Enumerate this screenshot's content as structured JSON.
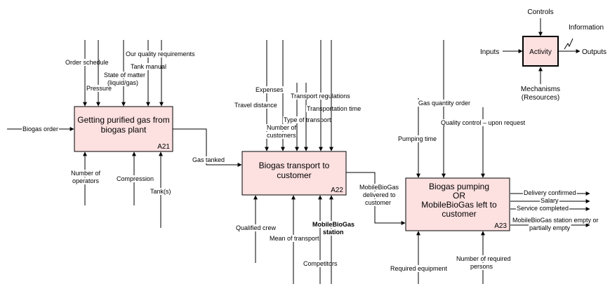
{
  "legend": {
    "controls": "Controls",
    "information": "Information",
    "inputs": "Inputs",
    "activity": "Activity",
    "outputs": "Outputs",
    "mechanisms_1": "Mechanisms",
    "mechanisms_2": "(Resources)"
  },
  "a21": {
    "title_1": "Getting purified gas from",
    "title_2": "biogas plant",
    "id": "A21",
    "input": "Biogas order",
    "controls": {
      "order_schedule": "Order schedule",
      "pressure": "Pressure",
      "state_1": "State of matter",
      "state_2": "(liquid/gas)",
      "quality": "Our quality requirements",
      "tank_manual": "Tank manual"
    },
    "mechanisms": {
      "operators_1": "Number of",
      "operators_2": "operators",
      "compression": "Compression",
      "tanks": "Tank(s)"
    },
    "output": "Gas tanked"
  },
  "a22": {
    "title_1": "Biogas transport to",
    "title_2": "customer",
    "id": "A22",
    "controls": {
      "expenses": "Expenses",
      "travel_distance": "Travel distance",
      "customers_1": "Number of",
      "customers_2": "customers",
      "transport_regulations": "Transport regulations",
      "transportation_time": "Transportation time",
      "type_of_transport": "Type of transport"
    },
    "mechanisms": {
      "qualified_crew": "Qualified crew",
      "mean_of_transport": "Mean of transport",
      "station_1": "MobileBioGas",
      "station_2": "station",
      "competitors": "Competitors"
    },
    "output_1": "MobileBioGas",
    "output_2": "delivered to",
    "output_3": "customer"
  },
  "a23": {
    "title_1": "Biogas pumping",
    "title_2": "OR",
    "title_3": "MobileBioGas left to",
    "title_4": "customer",
    "id": "A23",
    "controls": {
      "gas_quantity_order": "Gas quantity order",
      "pumping_time": "Pumping time",
      "quality_control": "Quality control – upon request"
    },
    "mechanisms": {
      "required_equipment": "Required equipment",
      "persons_1": "Number of required",
      "persons_2": "persons"
    },
    "outputs": {
      "delivery_confirmed": "Delivery confirmed",
      "salary": "Salary",
      "service_completed": "Service completed",
      "station_empty_1": "MobileBioGas station empty or",
      "station_empty_2": "partially empty"
    }
  },
  "colors": {
    "box_fill": "#fde0e0",
    "line": "#000000"
  }
}
